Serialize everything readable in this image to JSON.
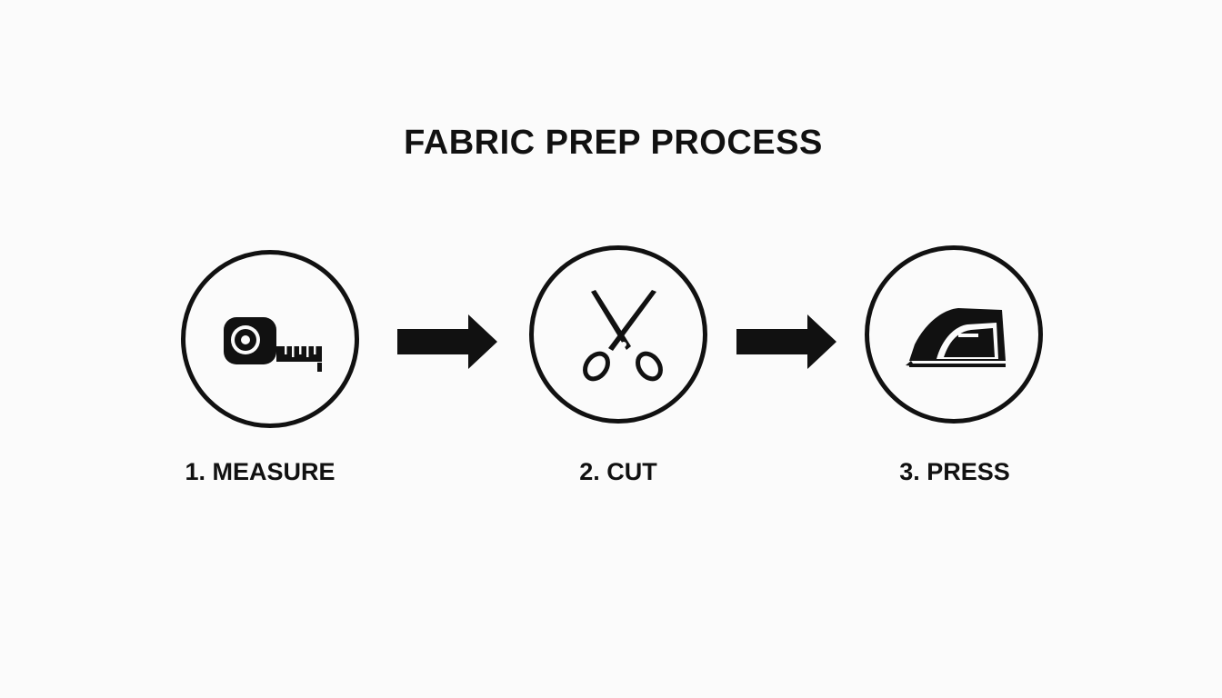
{
  "title": "FABRIC PREP PROCESS",
  "steps": [
    {
      "label": "1. MEASURE",
      "icon": "tape-measure-icon"
    },
    {
      "label": "2. CUT",
      "icon": "scissors-icon"
    },
    {
      "label": "3. PRESS",
      "icon": "iron-icon"
    }
  ],
  "connectors": [
    {
      "icon": "arrow-right-icon"
    },
    {
      "icon": "arrow-right-icon"
    }
  ],
  "colors": {
    "background": "#fbfbfb",
    "ink": "#111111"
  }
}
